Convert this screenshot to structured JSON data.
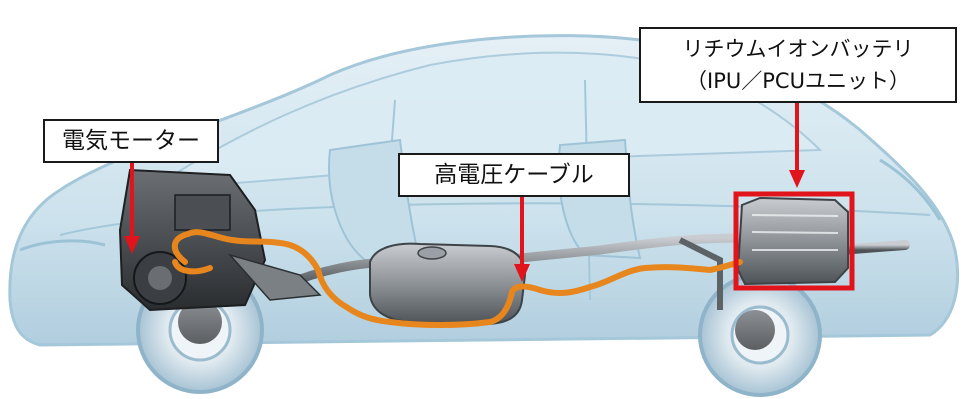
{
  "labels": {
    "motor": "電気モーター",
    "cable": "高電圧ケーブル",
    "battery_line1": "リチウムイオンバッテリ",
    "battery_line2": "（IPU／PCUユニット）"
  },
  "colors": {
    "car_body": "#b9d6e6",
    "car_outline": "#8db8d0",
    "cable": "#e8861e",
    "arrow": "#e0141a",
    "highlight_box": "#e0141a",
    "label_border": "#1a1a1a",
    "chassis_metal": "#8a8f94"
  }
}
